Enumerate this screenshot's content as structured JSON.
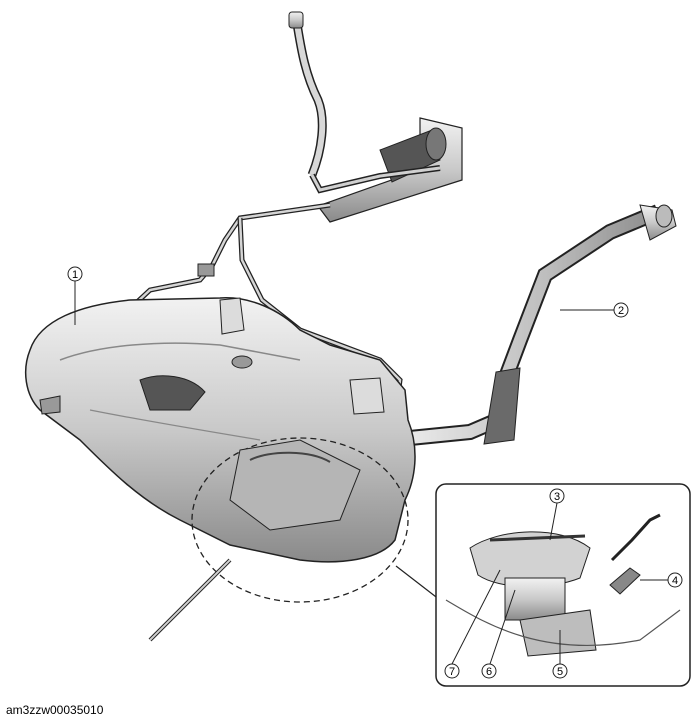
{
  "figure_code": "am3zzw00035010",
  "callouts": [
    {
      "id": "1",
      "label": "1"
    },
    {
      "id": "2",
      "label": "2"
    },
    {
      "id": "3",
      "label": "3"
    },
    {
      "id": "4",
      "label": "4"
    },
    {
      "id": "5",
      "label": "5"
    },
    {
      "id": "6",
      "label": "6"
    },
    {
      "id": "7",
      "label": "7"
    }
  ],
  "colors": {
    "metal_light": "#e6e6e6",
    "metal_mid": "#bdbdbd",
    "metal_dark": "#7a7a7a",
    "outline": "#222222"
  }
}
